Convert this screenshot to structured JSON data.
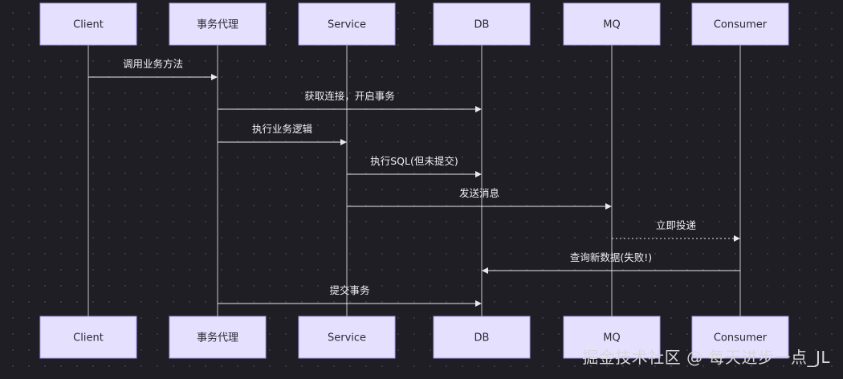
{
  "actors": [
    "Client",
    "事务代理",
    "Service",
    "DB",
    "MQ",
    "Consumer"
  ],
  "messages": [
    {
      "from": 0,
      "to": 1,
      "label": "调用业务方法",
      "style": "solid"
    },
    {
      "from": 1,
      "to": 3,
      "label": "获取连接，开启事务",
      "style": "solid"
    },
    {
      "from": 1,
      "to": 2,
      "label": "执行业务逻辑",
      "style": "solid"
    },
    {
      "from": 2,
      "to": 3,
      "label": "执行SQL(但未提交)",
      "style": "solid"
    },
    {
      "from": 2,
      "to": 4,
      "label": "发送消息",
      "style": "solid"
    },
    {
      "from": 4,
      "to": 5,
      "label": "立即投递",
      "style": "dashed"
    },
    {
      "from": 5,
      "to": 3,
      "label": "查询新数据(失败!)",
      "style": "solid"
    },
    {
      "from": 1,
      "to": 3,
      "label": "提交事务",
      "style": "solid"
    }
  ],
  "watermark": "掘金技术社区 @ 每天进步一点_JL",
  "colors": {
    "background": "#1e1e24",
    "actor_fill": "#e6e0ff",
    "actor_stroke": "#a99ce6",
    "line": "#e8e8ee"
  }
}
